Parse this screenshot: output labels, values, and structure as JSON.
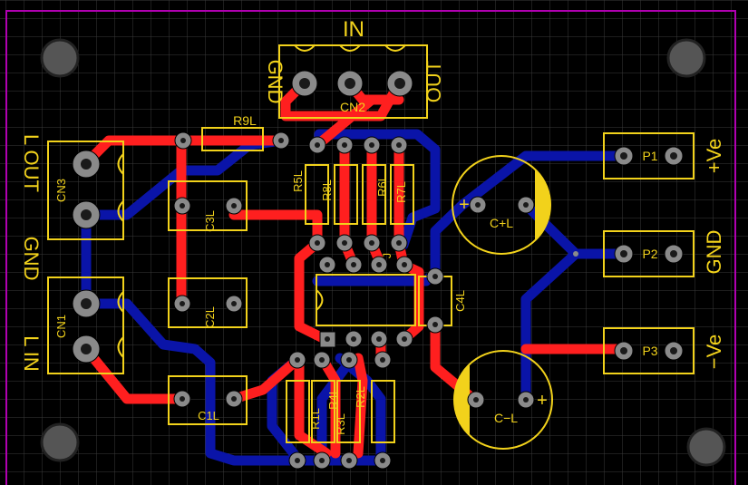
{
  "board": {
    "colors": {
      "background": "#000000",
      "grid": "#3a3a3a",
      "outline": "#b000b0",
      "silkscreen": "#f2d21b",
      "top_copper": "#ff1f1f",
      "bottom_copper": "#0a14a8",
      "pad": "#8a8a8a"
    }
  },
  "labels": {
    "in": "IN",
    "gnd_top": "GND",
    "out_top": "OUT",
    "cn2": "CN2",
    "cn3": "CN3",
    "cn1": "CN1",
    "l_out": "L OUT",
    "gnd_left": "GND",
    "l_in": "L IN",
    "r9l": "R9L",
    "r5l": "R5L",
    "r8l": "R8L",
    "r6l": "R6L",
    "r7l": "R7L",
    "c3l": "C3L",
    "c2l": "C2L",
    "c1l": "C1L",
    "c4l": "C4L",
    "r1l": "R1L",
    "r4l": "R4L",
    "r3l": "R3L",
    "r2l": "R2L",
    "cpl": "C+L",
    "cml": "C−L",
    "p1": "P1",
    "p2": "P2",
    "p3": "P3",
    "pos_ve": "+Ve",
    "gnd_right": "GND",
    "neg_ve": "−Ve",
    "plus": "+",
    "j": "J"
  }
}
